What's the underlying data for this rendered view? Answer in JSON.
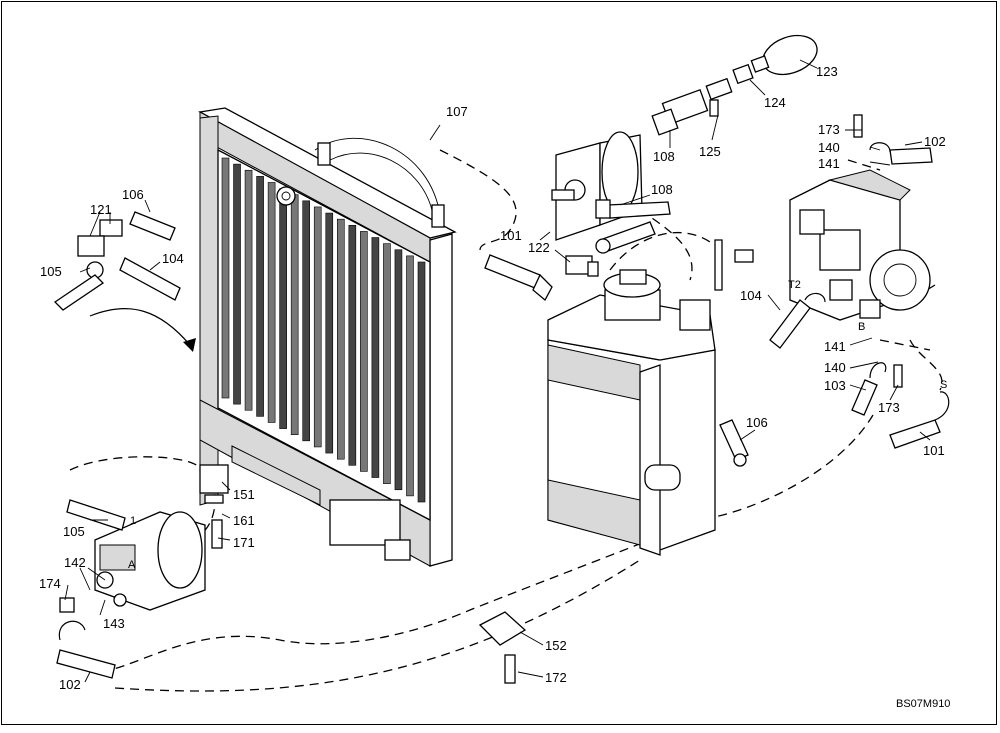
{
  "labels": {
    "l123": "123",
    "l124": "124",
    "l125": "125",
    "l108a": "108",
    "l108b": "108",
    "l107": "107",
    "l173a": "173",
    "l140a": "140",
    "l141a": "141",
    "l102a": "102",
    "l106a": "106",
    "l121": "121",
    "l105a": "105",
    "l104a": "104",
    "l101a": "101",
    "l122": "122",
    "l104b": "104",
    "l141b": "141",
    "l140b": "140",
    "l103": "103",
    "l173b": "173",
    "l101b": "101",
    "l106b": "106",
    "l151": "151",
    "l161": "161",
    "l171": "171",
    "l105b": "105",
    "l142": "142",
    "l174": "174",
    "l143": "143",
    "l152": "152",
    "l172": "172",
    "l102b": "102"
  },
  "drawing_code": "BS07M910",
  "port_marks": {
    "t2": "T2",
    "p1": "1",
    "s": "S",
    "b": "B",
    "a": "A"
  }
}
